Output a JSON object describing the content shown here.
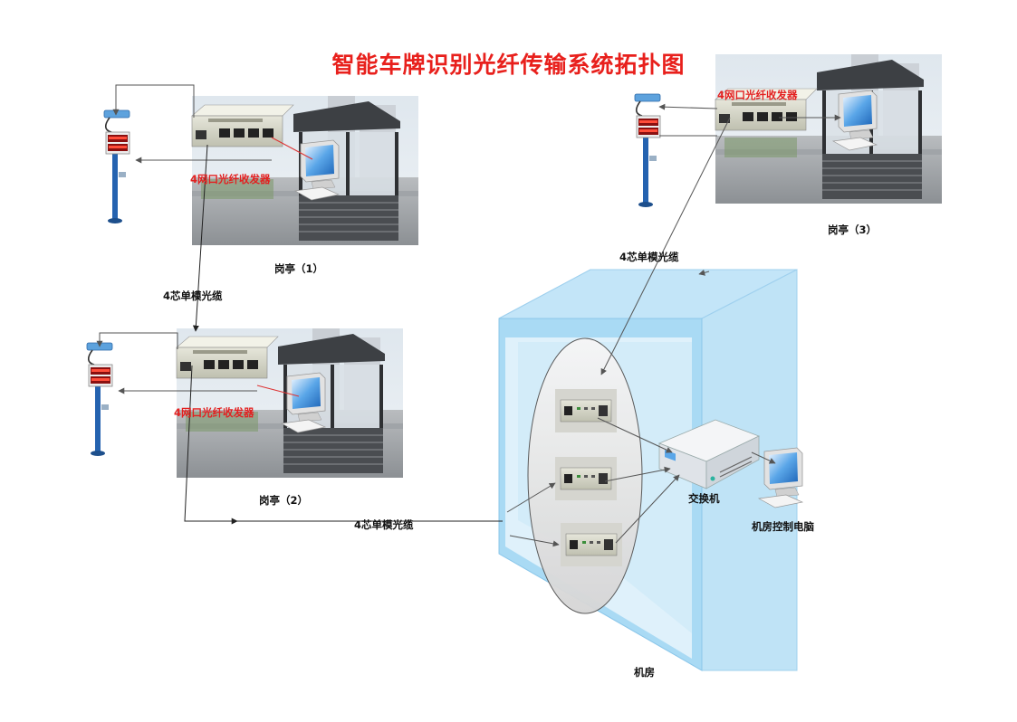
{
  "title": "智能车牌识别光纤传输系统拓扑图",
  "booths": [
    {
      "label": "岗亭（1）",
      "converter_label": "4网口光纤收发器"
    },
    {
      "label": "岗亭（2）",
      "converter_label": "4网口光纤收发器"
    },
    {
      "label": "岗亭（3）",
      "converter_label": "4网口光纤收发器"
    }
  ],
  "cables": [
    {
      "label": "4芯单模光缆"
    },
    {
      "label": "4芯单模光缆"
    },
    {
      "label": "4芯单模光缆"
    }
  ],
  "room": {
    "label": "机房",
    "switch_label": "交换机",
    "pc_label": "机房控制电脑"
  },
  "colors": {
    "title": "#e8201c",
    "converter_text": "#e32020",
    "room_box": "#bfe3f6",
    "pole": "#2563b0",
    "camera": "#5da2dd"
  }
}
